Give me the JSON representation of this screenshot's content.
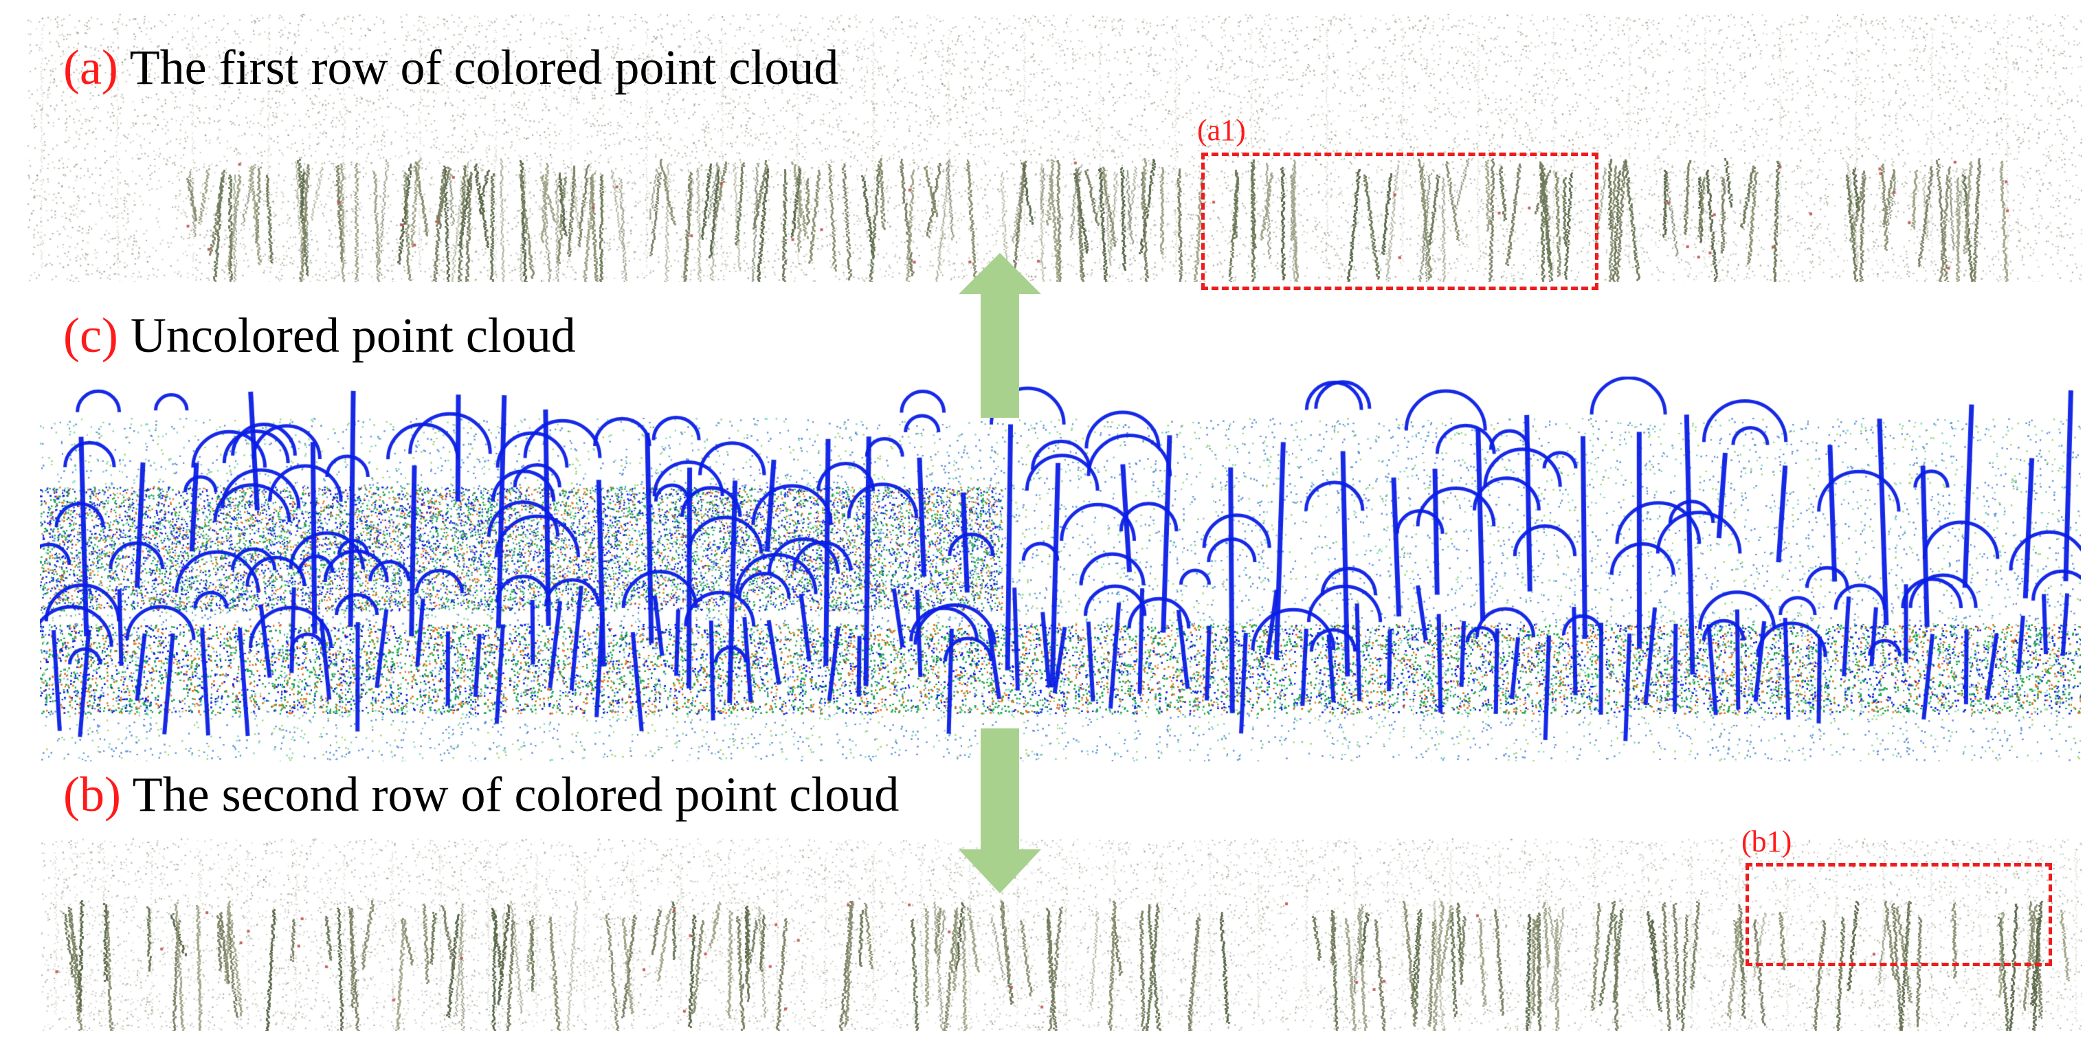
{
  "panels": {
    "a": {
      "letter": "(a)",
      "caption": "The first row of colored point cloud"
    },
    "c": {
      "letter": "(c)",
      "caption": "Uncolored point cloud"
    },
    "b": {
      "letter": "(b)",
      "caption": "The second row of colored point cloud"
    }
  },
  "rois": {
    "a1": {
      "label": "(a1)"
    },
    "b1": {
      "label": "(b1)"
    }
  },
  "colors": {
    "label_red": "#ff1a1a",
    "box_red": "#ee1c1c",
    "arrow_green": "#a9d18e",
    "colored_foliage": "#6e7a5a",
    "uncolored_blue": "#0a1ee6",
    "uncolored_green": "#19a84a",
    "uncolored_orange": "#e8731a"
  }
}
